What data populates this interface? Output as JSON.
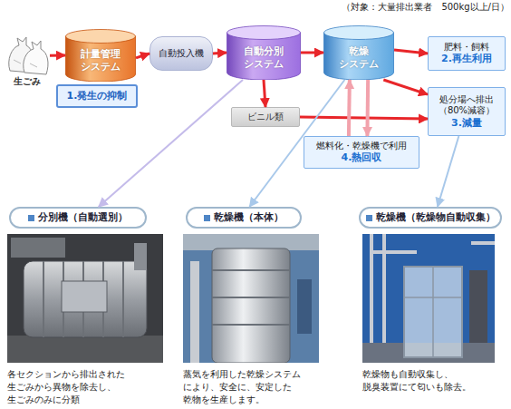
{
  "diagram": {
    "nodes": [
      {
        "text": [
          "生ごみ"
        ]
      },
      {
        "text": [
          "計量管理 システム"
        ]
      },
      {
        "text": [
          "1.発生の抑制"
        ]
      },
      {
        "text": [
          "自動投入機"
        ]
      },
      {
        "text": [
          "自動分別 システム"
        ]
      },
      {
        "text": [
          "ビニル類"
        ]
      },
      {
        "text": [
          "乾燥 システム"
        ]
      },
      {
        "text": [
          "肥料・飼料",
          "2.再生利用"
        ]
      },
      {
        "text": [
          "処分場へ排出 （80%減容）",
          "3.減量"
        ]
      },
      {
        "text": [
          "燃料化・乾燥機で利用",
          "4.熱回収"
        ]
      },
      {
        "text": [
          "分別機（自動選別）"
        ]
      },
      {
        "text": [
          "乾燥機（本体）"
        ]
      },
      {
        "text": [
          "乾燥機（乾燥物自動収集）"
        ]
      }
    ],
    "edges": [
      {
        "from": 0,
        "to": 1,
        "arrow": "to"
      },
      {
        "from": 1,
        "to": 3,
        "arrow": "to"
      },
      {
        "from": 3,
        "to": 4,
        "arrow": "to"
      },
      {
        "from": 4,
        "to": 6,
        "arrow": "to"
      },
      {
        "from": 6,
        "to": 7,
        "arrow": "to"
      },
      {
        "from": 4,
        "to": 5,
        "arrow": "to"
      },
      {
        "from": 5,
        "to": 8,
        "arrow": "to"
      },
      {
        "from": 6,
        "to": 8,
        "arrow": "to"
      },
      {
        "from": 9,
        "to": 6,
        "arrow": "to"
      },
      {
        "from": 6,
        "to": 9,
        "arrow": "to"
      },
      {
        "from": 4,
        "to": 10,
        "arrow": "to"
      },
      {
        "from": 6,
        "to": 11,
        "arrow": "to"
      },
      {
        "from": 8,
        "to": 12,
        "arrow": "to"
      }
    ],
    "labels": [
      "（対象：大量排出業者　500kg以上/日）",
      "各セクションから排出された 生ごみから異物を除去し、 生ごみのみに分類",
      "蒸気を利用した乾燥システム により、安全に、安定した 乾物を生産します。",
      "乾燥物も自動収集し、 脱臭装置にて匂いも除去。"
    ]
  }
}
